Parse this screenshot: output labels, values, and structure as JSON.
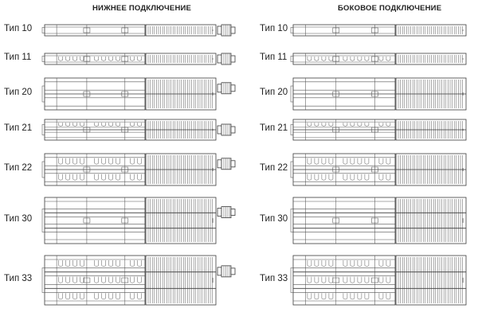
{
  "columns": [
    {
      "id": "bottom",
      "title": "НИЖНЕЕ ПОДКЛЮЧЕНИЕ",
      "valve": true
    },
    {
      "id": "side",
      "title": "БОКОВОЕ ПОДКЛЮЧЕНИЕ",
      "valve": false
    }
  ],
  "rows": [
    {
      "label": "Тип 10",
      "panels": 1,
      "convectors": 0
    },
    {
      "label": "Тип 11",
      "panels": 1,
      "convectors": 1
    },
    {
      "label": "Тип 20",
      "panels": 2,
      "convectors": 0
    },
    {
      "label": "Тип 21",
      "panels": 2,
      "convectors": 1
    },
    {
      "label": "Тип 22",
      "panels": 2,
      "convectors": 2
    },
    {
      "label": "Тип 30",
      "panels": 3,
      "convectors": 0
    },
    {
      "label": "Тип 33",
      "panels": 3,
      "convectors": 3
    }
  ]
}
